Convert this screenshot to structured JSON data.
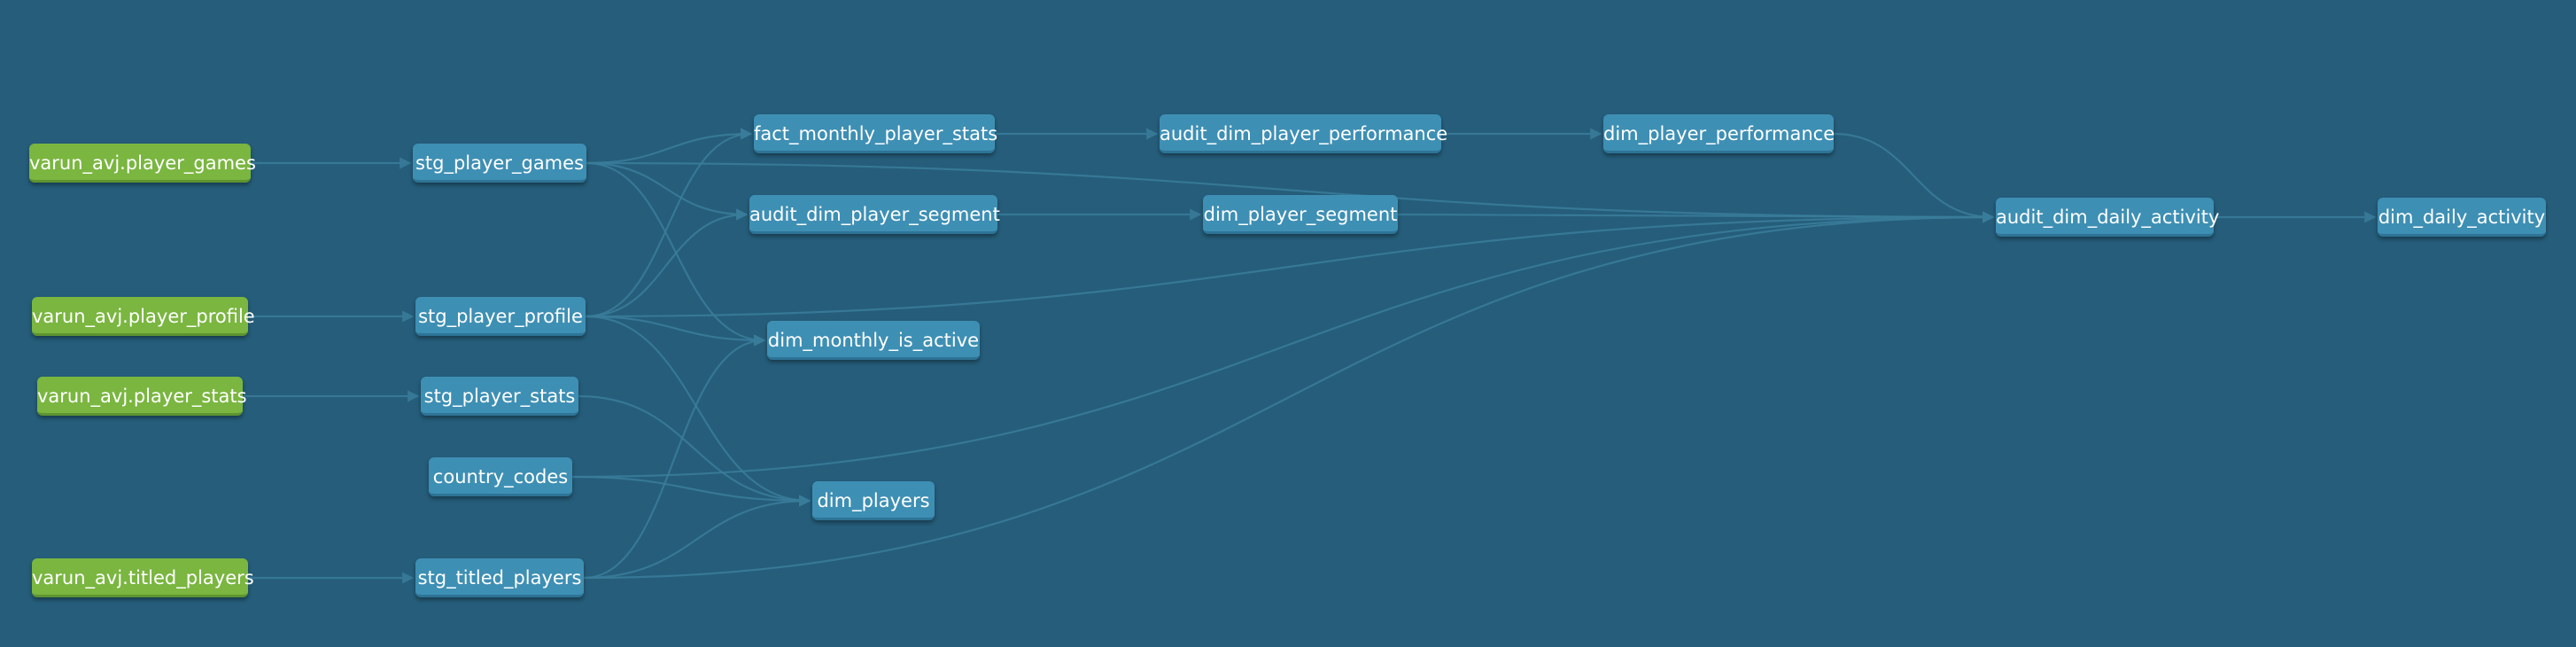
{
  "colors": {
    "background": "#255d7a",
    "source_node": "#7ab640",
    "model_node": "#3e8fb4",
    "edge": "#3a7d9b"
  },
  "nodes": {
    "src_player_games": {
      "label": "varun_avj.player_games",
      "kind": "source"
    },
    "src_player_profile": {
      "label": "varun_avj.player_profile",
      "kind": "source"
    },
    "src_player_stats": {
      "label": "varun_avj.player_stats",
      "kind": "source"
    },
    "src_titled_players": {
      "label": "varun_avj.titled_players",
      "kind": "source"
    },
    "stg_player_games": {
      "label": "stg_player_games",
      "kind": "model"
    },
    "stg_player_profile": {
      "label": "stg_player_profile",
      "kind": "model"
    },
    "stg_player_stats": {
      "label": "stg_player_stats",
      "kind": "model"
    },
    "country_codes": {
      "label": "country_codes",
      "kind": "model"
    },
    "stg_titled_players": {
      "label": "stg_titled_players",
      "kind": "model"
    },
    "fact_monthly_player_stats": {
      "label": "fact_monthly_player_stats",
      "kind": "model"
    },
    "audit_dim_player_segment": {
      "label": "audit_dim_player_segment",
      "kind": "model"
    },
    "dim_monthly_is_active": {
      "label": "dim_monthly_is_active",
      "kind": "model"
    },
    "dim_players": {
      "label": "dim_players",
      "kind": "model"
    },
    "audit_dim_player_performance": {
      "label": "audit_dim_player_performance",
      "kind": "model"
    },
    "dim_player_segment": {
      "label": "dim_player_segment",
      "kind": "model"
    },
    "dim_player_performance": {
      "label": "dim_player_performance",
      "kind": "model"
    },
    "audit_dim_daily_activity": {
      "label": "audit_dim_daily_activity",
      "kind": "model"
    },
    "dim_daily_activity": {
      "label": "dim_daily_activity",
      "kind": "model"
    }
  },
  "edges": [
    [
      "src_player_games",
      "stg_player_games"
    ],
    [
      "src_player_profile",
      "stg_player_profile"
    ],
    [
      "src_player_stats",
      "stg_player_stats"
    ],
    [
      "src_titled_players",
      "stg_titled_players"
    ],
    [
      "stg_player_games",
      "fact_monthly_player_stats"
    ],
    [
      "stg_player_games",
      "audit_dim_player_segment"
    ],
    [
      "stg_player_games",
      "dim_monthly_is_active"
    ],
    [
      "stg_player_games",
      "audit_dim_daily_activity"
    ],
    [
      "stg_player_profile",
      "fact_monthly_player_stats"
    ],
    [
      "stg_player_profile",
      "audit_dim_player_segment"
    ],
    [
      "stg_player_profile",
      "dim_monthly_is_active"
    ],
    [
      "stg_player_profile",
      "dim_players"
    ],
    [
      "stg_player_profile",
      "audit_dim_daily_activity"
    ],
    [
      "stg_player_stats",
      "dim_players"
    ],
    [
      "country_codes",
      "dim_players"
    ],
    [
      "country_codes",
      "audit_dim_daily_activity"
    ],
    [
      "stg_titled_players",
      "dim_players"
    ],
    [
      "stg_titled_players",
      "dim_monthly_is_active"
    ],
    [
      "stg_titled_players",
      "audit_dim_daily_activity"
    ],
    [
      "fact_monthly_player_stats",
      "audit_dim_player_performance"
    ],
    [
      "audit_dim_player_performance",
      "dim_player_performance"
    ],
    [
      "audit_dim_player_segment",
      "dim_player_segment"
    ],
    [
      "dim_player_segment",
      "audit_dim_daily_activity"
    ],
    [
      "dim_player_performance",
      "audit_dim_daily_activity"
    ],
    [
      "audit_dim_daily_activity",
      "dim_daily_activity"
    ]
  ]
}
